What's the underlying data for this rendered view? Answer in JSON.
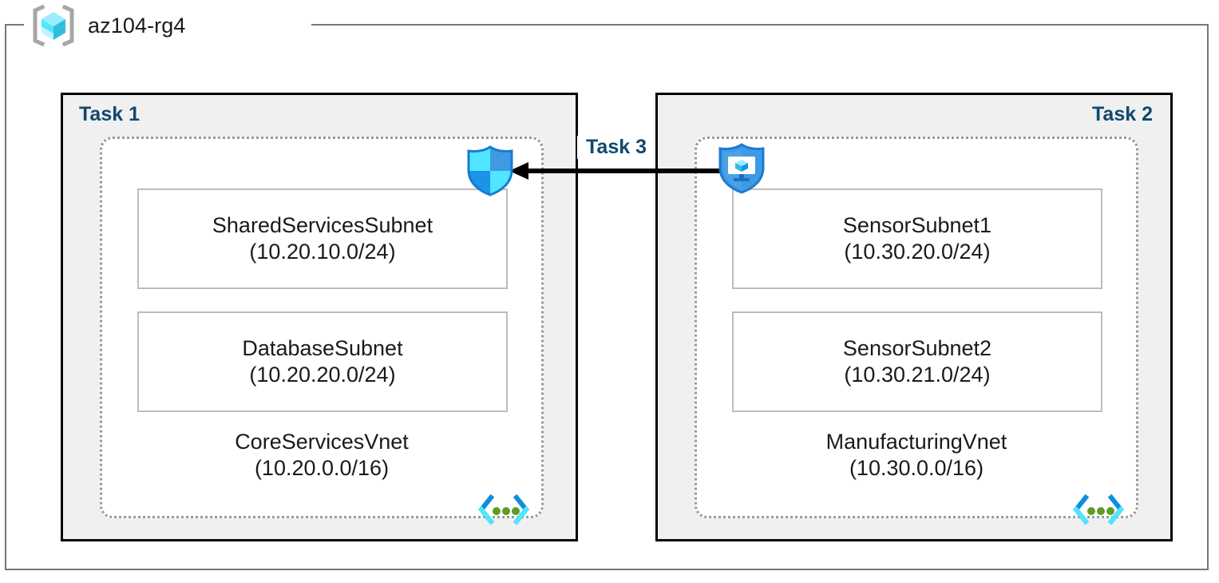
{
  "resource_group": {
    "name": "az104-rg4",
    "icon": "resource-group-cube-icon"
  },
  "tasks": [
    {
      "label": "Task 1",
      "align": "left",
      "vnet": {
        "name": "CoreServicesVnet",
        "cidr": "(10.20.0.0/16)",
        "icon": "virtual-network-icon"
      },
      "subnets": [
        {
          "name": "SharedServicesSubnet",
          "cidr": "(10.20.10.0/24)"
        },
        {
          "name": "DatabaseSubnet",
          "cidr": "(10.20.20.0/24)"
        }
      ]
    },
    {
      "label": "Task 2",
      "align": "right",
      "vnet": {
        "name": "ManufacturingVnet",
        "cidr": "(10.30.0.0/16)",
        "icon": "virtual-network-icon"
      },
      "subnets": [
        {
          "name": "SensorSubnet1",
          "cidr": "(10.30.20.0/24)"
        },
        {
          "name": "SensorSubnet2",
          "cidr": "(10.30.21.0/24)"
        }
      ]
    }
  ],
  "connector": {
    "label": "Task 3",
    "direction": "right-to-left",
    "source_icon": "network-security-group-icon",
    "target_icon": "network-security-shield-icon",
    "arrow_color": "#000000"
  },
  "colors": {
    "task_label": "#11496e",
    "panel_fill": "#f0f0f0",
    "panel_border": "#000000",
    "vnet_border": "#9a9a9a",
    "subnet_border": "#bdbdbd",
    "rg_border": "#767676",
    "azure_blue": "#0078d4",
    "azure_cyan": "#50e6ff",
    "vnet_dot_green": "#5e9c25"
  }
}
